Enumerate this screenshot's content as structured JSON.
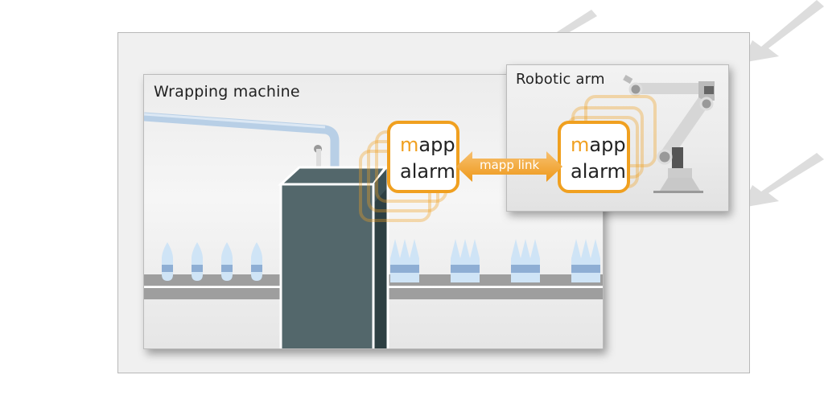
{
  "diagram": {
    "wrapping_machine": {
      "title": "Wrapping machine",
      "module": {
        "line1_accent": "m",
        "line1_rest": "app",
        "line2": "alarm"
      }
    },
    "robotic_arm": {
      "title": "Robotic arm",
      "module": {
        "line1_accent": "m",
        "line1_rest": "app",
        "line2": "alarm"
      }
    },
    "link": {
      "label": "mapp link"
    },
    "colors": {
      "accent": "#f0a020",
      "machine": "#53676b",
      "conveyor": "#9e9e9e",
      "pipe": "#b8cfe6"
    }
  }
}
